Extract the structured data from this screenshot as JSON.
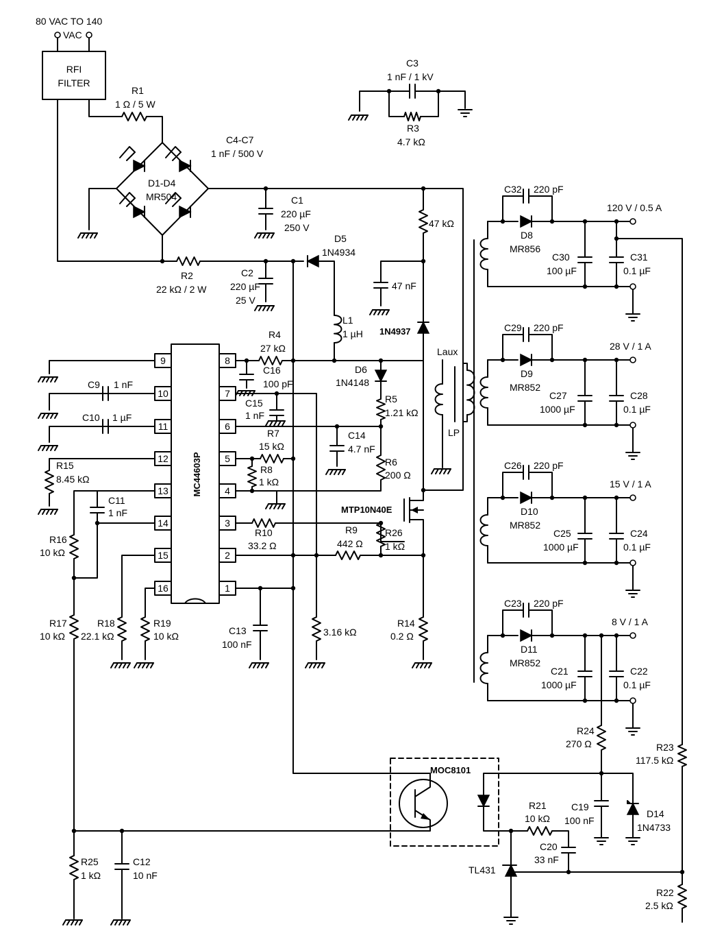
{
  "inputs": {
    "ac_label_1": "80 VAC TO 140",
    "ac_label_2": "VAC",
    "rfi_1": "RFI",
    "rfi_2": "FILTER"
  },
  "ic": {
    "name": "MC44603P",
    "pins": [
      "9",
      "10",
      "11",
      "12",
      "13",
      "14",
      "15",
      "16",
      "8",
      "7",
      "6",
      "5",
      "4",
      "3",
      "2",
      "1"
    ]
  },
  "labels": {
    "R1": "R1",
    "R1v": "1 Ω / 5 W",
    "C4C7": "C4-C7",
    "C4C7v": "1 nF / 500 V",
    "D1D4": "D1-D4",
    "D1D4v": "MR504",
    "C1": "C1",
    "C1v1": "220 µF",
    "C1v2": "250 V",
    "C3": "C3",
    "C3v": "1 nF / 1 kV",
    "R3": "R3",
    "R3v": "4.7 kΩ",
    "R2": "R2",
    "R2v": "22 kΩ / 2 W",
    "C2": "C2",
    "C2v1": "220 µF",
    "C2v2": "25 V",
    "D5": "D5",
    "D5v": "1N4934",
    "R47k": "47 kΩ",
    "C47n": "47 nF",
    "D1N4937": "1N4937",
    "L1": "L1",
    "L1v": "1 µH",
    "R4": "R4",
    "R4v": "27 kΩ",
    "C16": "C16",
    "C16v": "100 pF",
    "D6": "D6",
    "D6v": "1N4148",
    "R5": "R5",
    "R5v": "1.21 kΩ",
    "C15": "C15",
    "C15v": "1 nF",
    "C14": "C14",
    "C14v": "4.7 nF",
    "R6": "R6",
    "R6v": "200 Ω",
    "R7": "R7",
    "R7v": "15 kΩ",
    "R8": "R8",
    "R8v": "1 kΩ",
    "C9": "C9",
    "C9v": "1 nF",
    "C10": "C10",
    "C10v": "1 µF",
    "R15": "R15",
    "R15v": "8.45 kΩ",
    "C11": "C11",
    "C11v": "1 nF",
    "R16": "R16",
    "R16v": "10 kΩ",
    "MTP": "MTP10N40E",
    "R10": "R10",
    "R10v": "33.2 Ω",
    "R9": "R9",
    "R9v": "442 Ω",
    "R26": "R26",
    "R26v": "1 kΩ",
    "R17": "R17",
    "R17v": "10 kΩ",
    "R18": "R18",
    "R18v": "22.1 kΩ",
    "R19": "R19",
    "R19v": "10 kΩ",
    "C13": "C13",
    "C13v": "100 nF",
    "R316": "3.16 kΩ",
    "R14": "R14",
    "R14v": "0.2 Ω",
    "Laux": "Laux",
    "LP": "LP",
    "C32": "C32",
    "C32v": "220 pF",
    "D8": "D8",
    "D8v": "MR856",
    "C30": "C30",
    "C30v": "100 µF",
    "C31": "C31",
    "C31v": "0.1 µF",
    "OUT1": "120 V / 0.5 A",
    "C29": "C29",
    "C29v": "220 pF",
    "D9": "D9",
    "D9v": "MR852",
    "C27": "C27",
    "C27v": "1000 µF",
    "C28": "C28",
    "C28v": "0.1 µF",
    "OUT2": "28 V / 1 A",
    "C26": "C26",
    "C26v": "220 pF",
    "D10": "D10",
    "D10v": "MR852",
    "C25": "C25",
    "C25v": "1000 µF",
    "C24": "C24",
    "C24v": "0.1 µF",
    "OUT3": "15 V / 1 A",
    "C23": "C23",
    "C23v": "220 pF",
    "D11": "D11",
    "D11v": "MR852",
    "C21": "C21",
    "C21v": "1000 µF",
    "C22": "C22",
    "C22v": "0.1 µF",
    "OUT4": "8 V / 1 A",
    "R24": "R24",
    "R24v": "270 Ω",
    "R23": "R23",
    "R23v": "117.5 kΩ",
    "MOC": "MOC8101",
    "R21": "R21",
    "R21v": "10 kΩ",
    "C19": "C19",
    "C19v": "100 nF",
    "D14": "D14",
    "D14v": "1N4733",
    "C20": "C20",
    "C20v": "33 nF",
    "TL431": "TL431",
    "R25": "R25",
    "R25v": "1 kΩ",
    "C12": "C12",
    "C12v": "10 nF",
    "R22": "R22",
    "R22v": "2.5 kΩ"
  }
}
